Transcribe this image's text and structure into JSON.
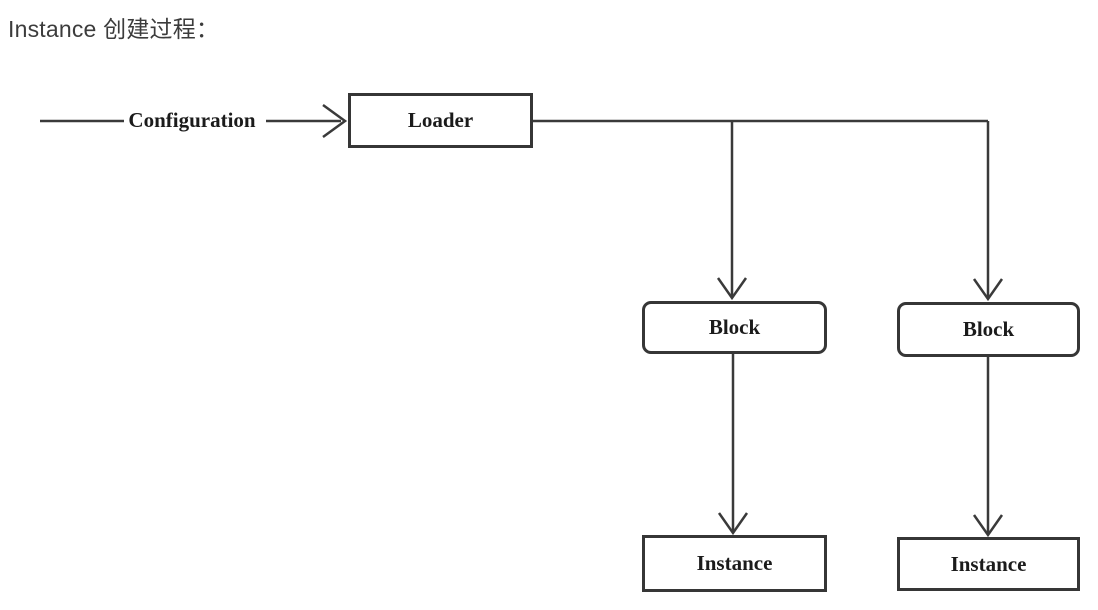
{
  "title": "Instance 创建过程：",
  "diagram": {
    "edge_label": "Configuration",
    "nodes": {
      "loader": "Loader",
      "block_left": "Block",
      "block_right": "Block",
      "instance_left": "Instance",
      "instance_right": "Instance"
    }
  },
  "colors": {
    "line": "#3a3a3a",
    "box_border": "#363636",
    "label_text": "#1b1b1b",
    "title_text": "#3c3c3c",
    "background": "#ffffff"
  }
}
